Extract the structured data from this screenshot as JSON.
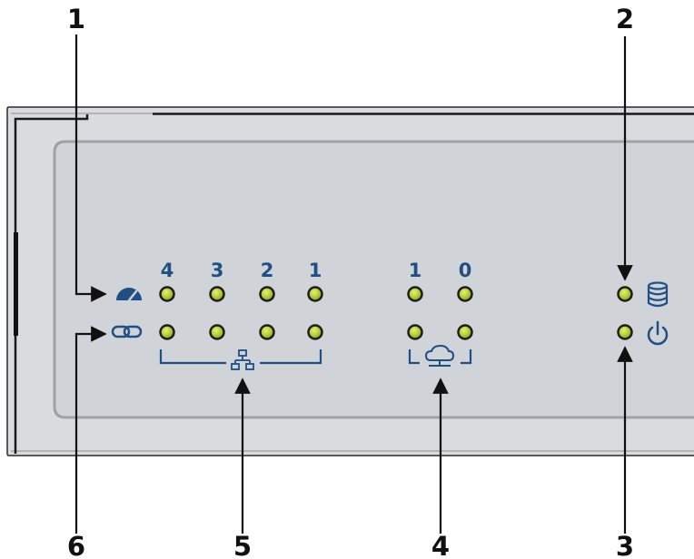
{
  "callouts": {
    "c1": "1",
    "c2": "2",
    "c3": "3",
    "c4": "4",
    "c5": "5",
    "c6": "6"
  },
  "ports": {
    "lan": [
      "4",
      "3",
      "2",
      "1"
    ],
    "wan": [
      "1",
      "0"
    ]
  },
  "icons": {
    "speed": "speedometer-icon",
    "link": "link-icon",
    "lan": "network-icon",
    "wan": "cloud-network-icon",
    "storage": "database-icon",
    "power": "power-icon"
  },
  "colors": {
    "led_fill": "#b9cf3a",
    "led_ring": "#1e1e1e",
    "icon_blue": "#1f4f85",
    "panel_fill": "#d0d3d8",
    "chassis_fill": "#dadbde"
  }
}
